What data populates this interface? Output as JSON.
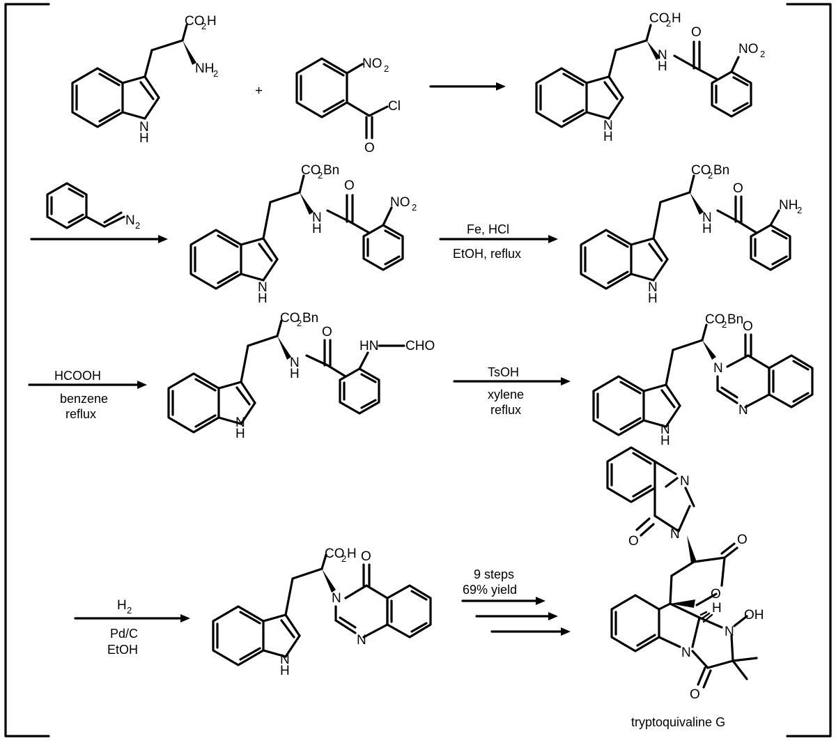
{
  "atoms": {
    "co2h": "CO",
    "co2h_sub": "2",
    "co2h_end": "H",
    "nh2": "NH",
    "nh2_sub": "2",
    "nh": "NH",
    "h": "H",
    "no2": "NO",
    "no2_sub": "2",
    "cl": "Cl",
    "o": "O",
    "n": "N",
    "co2bn": "CO",
    "co2bn_sub": "2",
    "co2bn_end": "Bn",
    "n2": "N",
    "n2_sub": "2",
    "hn_cho": "HN",
    "cho": "CHO",
    "oh": "OH",
    "plus": "+"
  },
  "conditions": {
    "step2": "",
    "step3_top": "Fe, HCl",
    "step3_bottom": "EtOH, reflux",
    "step4_top": "HCOOH",
    "step4_mid": "benzene",
    "step4_bottom": "reflux",
    "step5_top": "TsOH",
    "step5_mid": "xylene",
    "step5_bottom": "reflux",
    "step6_top": "H",
    "step6_top_sub": "2",
    "step6_mid": "Pd/C",
    "step6_bottom": "EtOH",
    "step7_top": "9 steps",
    "step7_bottom": "69% yield"
  },
  "product_name": "tryptoquivaline G"
}
